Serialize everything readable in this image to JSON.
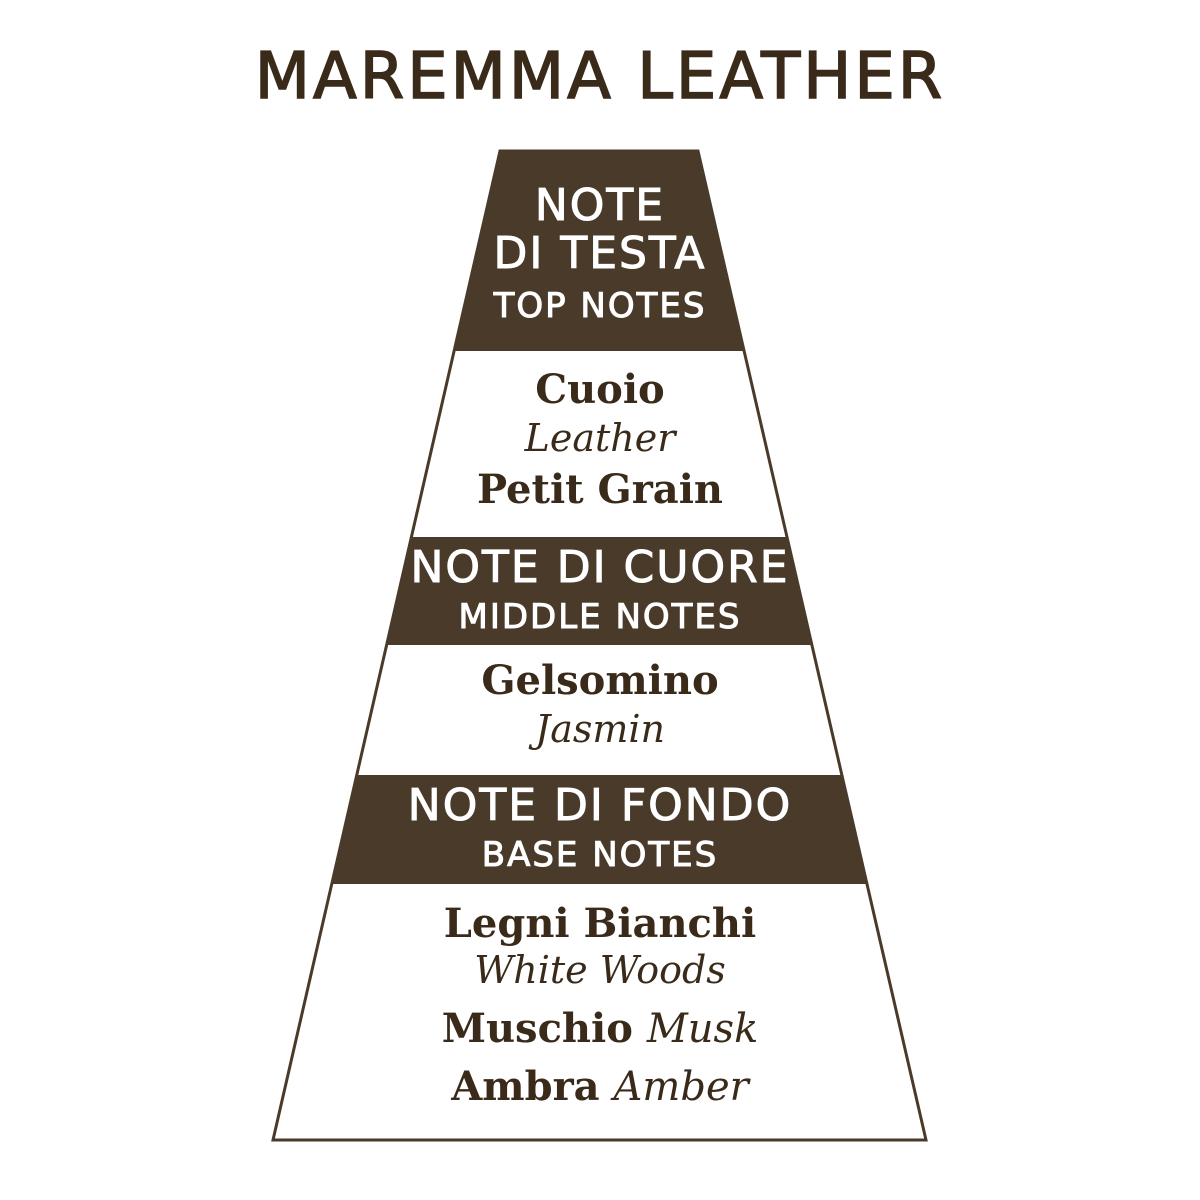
{
  "title": "MAREMMA LEATHER",
  "colors": {
    "brown": "#4a3a2a",
    "text": "#3a2a1a",
    "background": "#ffffff"
  },
  "top": {
    "header_line1": "NOTE",
    "header_line2": "DI TESTA",
    "header_line3": "TOP NOTES",
    "notes": [
      {
        "it": "Cuoio",
        "en": "Leather"
      },
      {
        "it": "Petit Grain",
        "en": ""
      }
    ]
  },
  "middle": {
    "header_line1": "NOTE DI CUORE",
    "header_line2": "MIDDLE NOTES",
    "notes": [
      {
        "it": "Gelsomino",
        "en": "Jasmin"
      }
    ]
  },
  "base": {
    "header_line1": "NOTE DI FONDO",
    "header_line2": "BASE NOTES",
    "notes": [
      {
        "it": "Legni Bianchi",
        "en": "White Woods"
      },
      {
        "it": "Muschio",
        "en": "Musk"
      },
      {
        "it": "Ambra",
        "en": "Amber"
      }
    ]
  }
}
